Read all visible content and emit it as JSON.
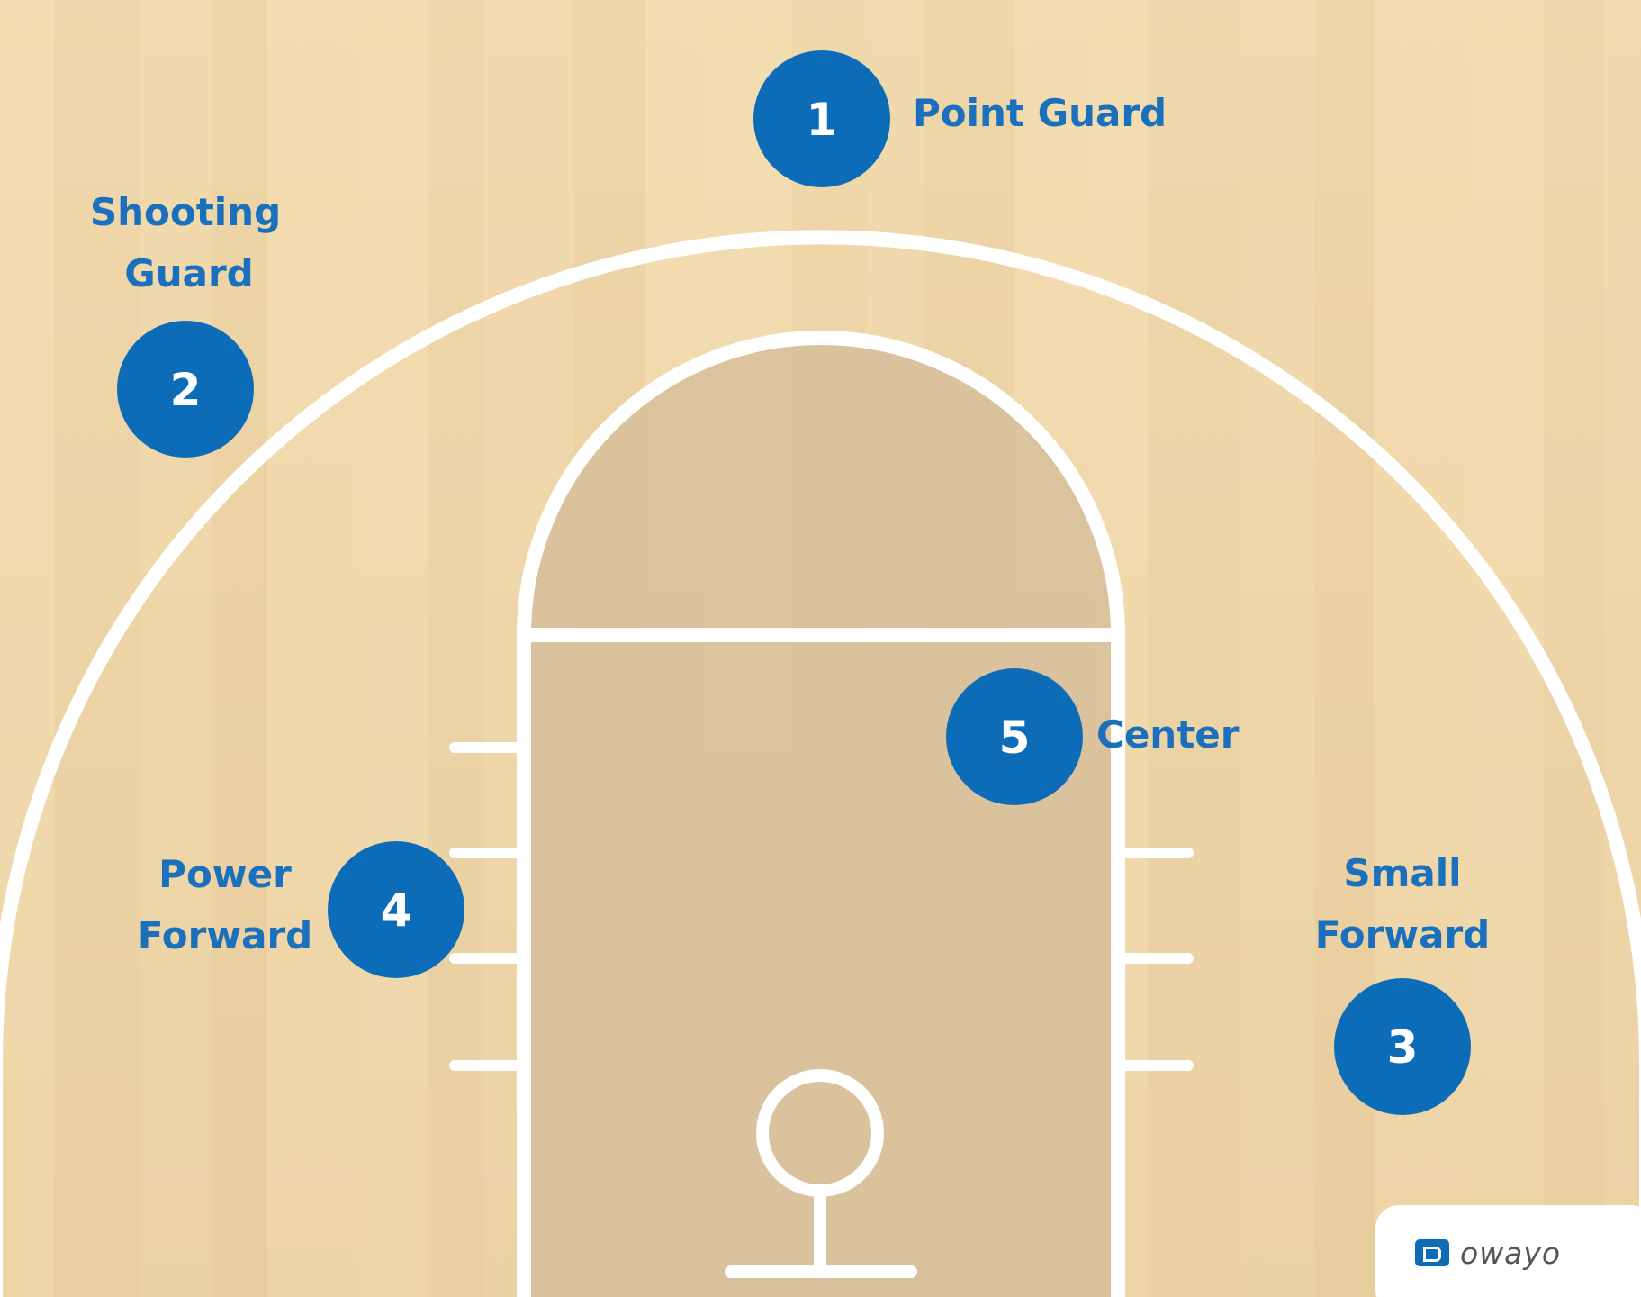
{
  "court": {
    "floor_color": "#efd7ac",
    "paint_color": "#d8c09c",
    "line_color": "#ffffff"
  },
  "players": [
    {
      "number": "1",
      "label_lines": [
        "Point Guard"
      ],
      "color": "#0d6cb7"
    },
    {
      "number": "2",
      "label_lines": [
        "Shooting",
        "Guard"
      ],
      "color": "#0d6cb7"
    },
    {
      "number": "3",
      "label_lines": [
        "Small",
        "Forward"
      ],
      "color": "#0d6cb7"
    },
    {
      "number": "4",
      "label_lines": [
        "Power",
        "Forward"
      ],
      "color": "#0d6cb7"
    },
    {
      "number": "5",
      "label_lines": [
        "Center"
      ],
      "color": "#0d6cb7"
    }
  ],
  "logo": {
    "text": "owayo",
    "icon": "owayo-logo-icon"
  }
}
